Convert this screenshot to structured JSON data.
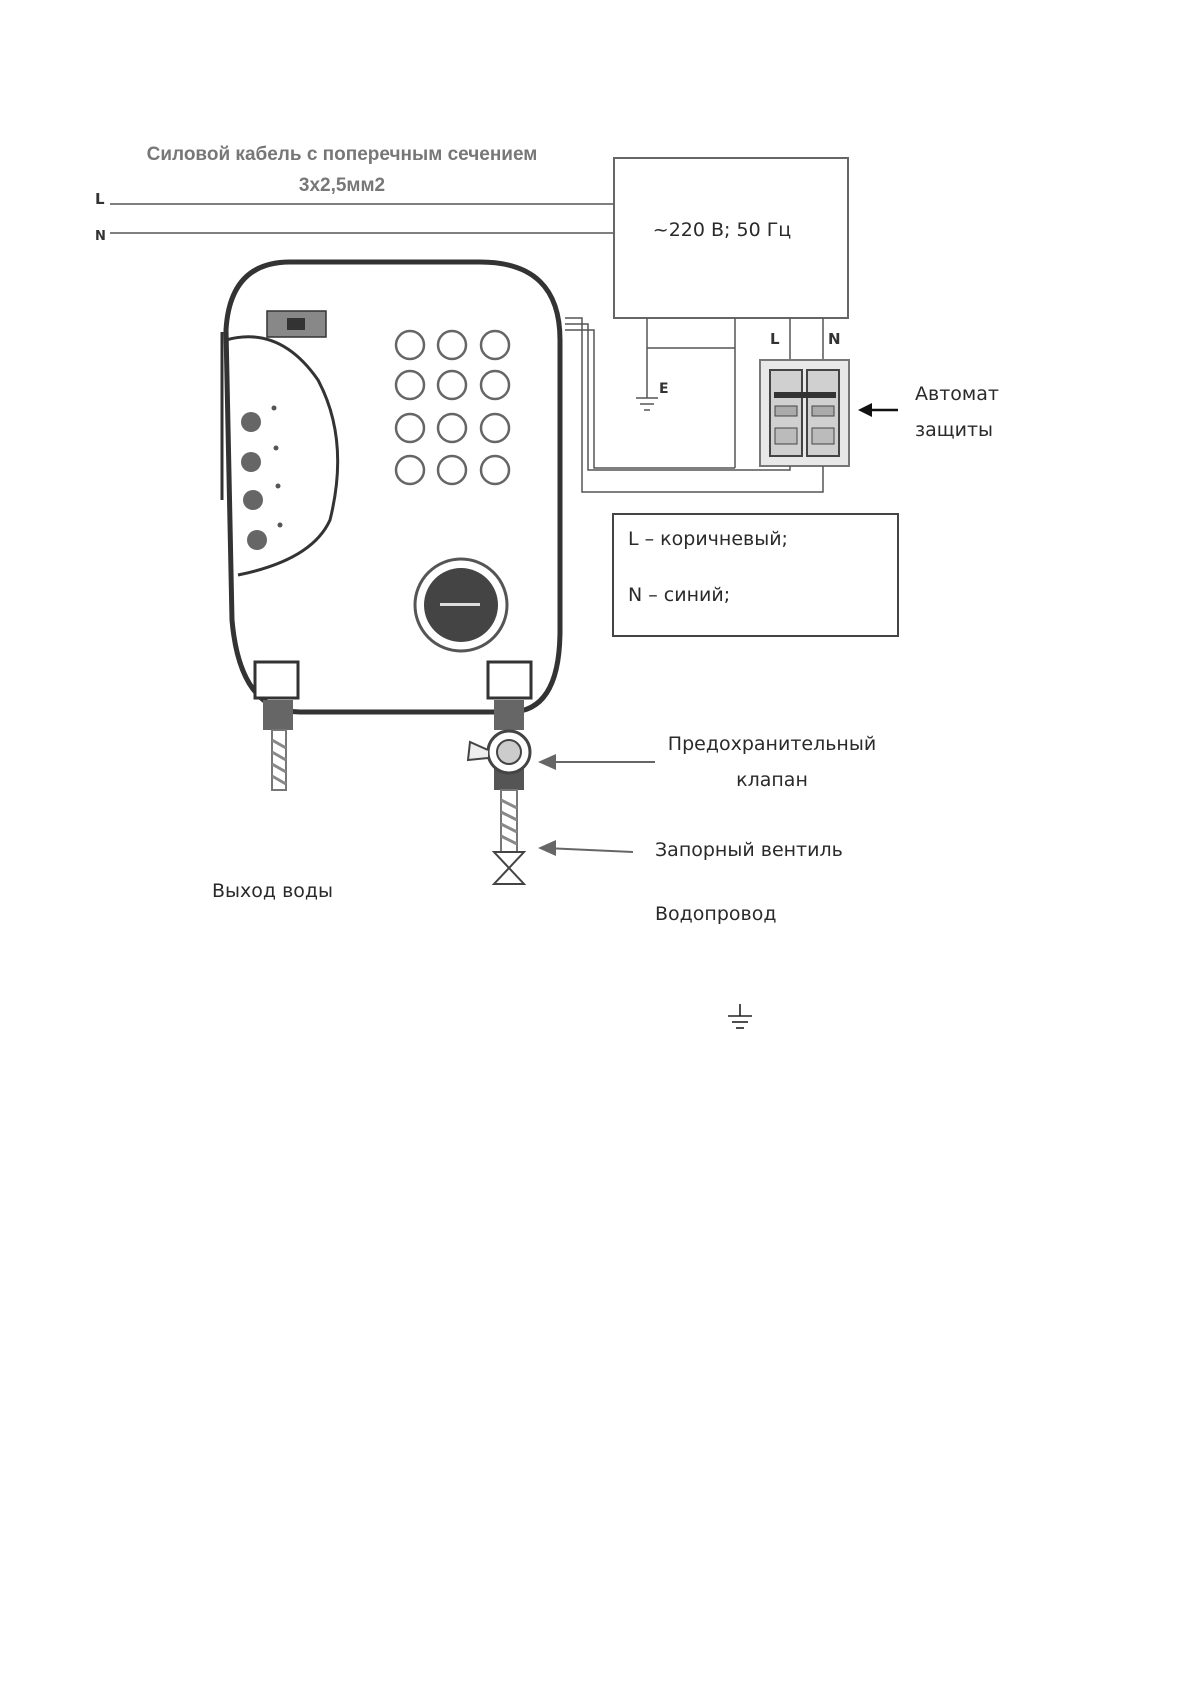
{
  "cable": {
    "title_line1": "Силовой кабель с поперечным сечением",
    "title_line2": "3x2,5мм2",
    "wire_l": "L",
    "wire_n": "N"
  },
  "supply": {
    "label": "~220 В; 50 Гц",
    "terminal_l": "L",
    "terminal_n": "N",
    "earth_label": "E"
  },
  "breaker": {
    "label_line1": "Автомат",
    "label_line2": "защиты"
  },
  "legend": {
    "line1": "L – коричневый;",
    "line2": "N – синий;"
  },
  "labels": {
    "safety_valve_line1": "Предохранительный",
    "safety_valve_line2": "клапан",
    "shutoff_valve": "Запорный вентиль",
    "water_supply": "Водопровод",
    "water_outlet": "Выход воды"
  },
  "colors": {
    "line": "#555555",
    "text": "#2a2a2a",
    "heading": "#777777"
  }
}
